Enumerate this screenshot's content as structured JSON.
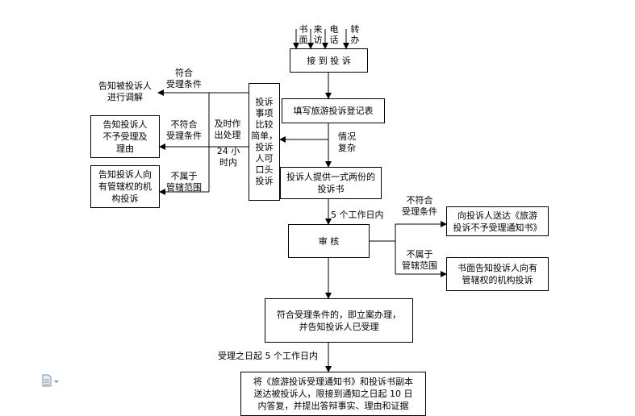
{
  "sources": [
    "书面",
    "来访",
    "电话",
    "转办"
  ],
  "boxes": {
    "receive": "接 到 投 诉",
    "register": "填写旅游投诉登记表",
    "submit": "投诉人提供一式两份的\n投诉书",
    "review": "审     核",
    "accept": "符合受理条件的，即立案办理，\n并告知投诉人已受理",
    "notify": "将《旅游投诉受理通知书》和投诉书副本\n送达被投诉人，限接到通知之日起 10 日\n内答复，并提出答辩事实、理由和证据",
    "reject_notice": "向投诉人送达《旅游\n投诉不予受理通知书》",
    "refer_authority": "书面告知投诉人向有\n管辖权的机构投诉",
    "simple_case": "投诉\n事项\n比较\n简单，\n投诉\n人可\n口头\n投诉",
    "left_not_meet": "告知投诉人\n不予受理及\n理由",
    "left_no_jurisdiction": "告知投诉人向\n有管辖权的机\n构投诉"
  },
  "labels": {
    "left_meet_cond": "符合\n受理条件",
    "left_mediate": "告知被投诉人\n进行调解",
    "left_not_meet_cond": "不符合\n受理条件",
    "left_not_belong": "不属于\n管辖范围",
    "timely": "及时作\n出处理",
    "within24": "24 小\n时内",
    "complex": "情况\n复杂",
    "five_days": "5 个工作日内",
    "right_not_meet": "不符合\n受理条件",
    "right_not_belong": "不属于\n管辖范围",
    "accept_date": "受理之日起 5 个工作日内"
  }
}
